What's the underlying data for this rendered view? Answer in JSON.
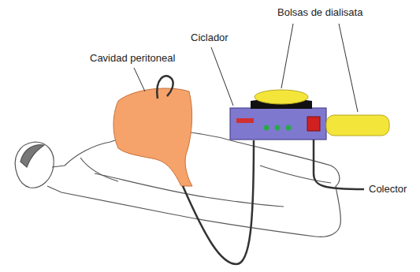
{
  "diagram": {
    "labels": [
      "Bolsas de dialisata",
      "Ciclador",
      "Cavidad peritoneal",
      "Colector"
    ]
  }
}
